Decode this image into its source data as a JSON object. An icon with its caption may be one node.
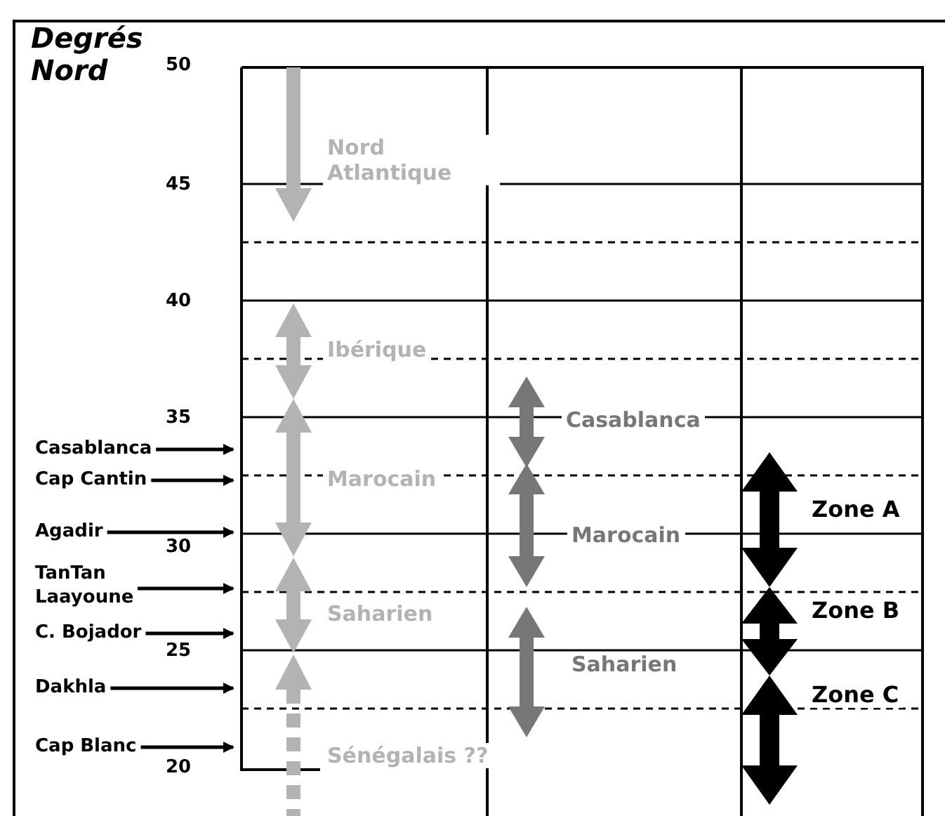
{
  "diagram": {
    "title": "Degrés Nord",
    "nodes": [
      {
        "text": [
          "Casablanca"
        ]
      },
      {
        "text": [
          "Cap Cantin"
        ]
      },
      {
        "text": [
          "Agadir"
        ]
      },
      {
        "text": [
          "TanTan Laayoune"
        ]
      },
      {
        "text": [
          "C. Bojador"
        ]
      },
      {
        "text": [
          "Dakhla"
        ]
      },
      {
        "text": [
          "Cap Blanc"
        ]
      }
    ],
    "edges": [
      {
        "from": 0,
        "to": null,
        "arrow": "to"
      },
      {
        "from": 1,
        "to": null,
        "arrow": "to"
      },
      {
        "from": 2,
        "to": null,
        "arrow": "to"
      },
      {
        "from": 3,
        "to": null,
        "arrow": "to"
      },
      {
        "from": 4,
        "to": null,
        "arrow": "to"
      },
      {
        "from": 5,
        "to": null,
        "arrow": "to"
      },
      {
        "from": 6,
        "to": null,
        "arrow": "to"
      }
    ],
    "labels": [
      "50",
      "45",
      "40",
      "35",
      "30",
      "25",
      "20",
      "Nord Atlantique",
      "Ibérique",
      "Marocain",
      "Saharien",
      "Sénégalais ??",
      "Casablanca",
      "Marocain",
      "Saharien",
      "Zone A",
      "Zone B",
      "Zone C"
    ]
  }
}
